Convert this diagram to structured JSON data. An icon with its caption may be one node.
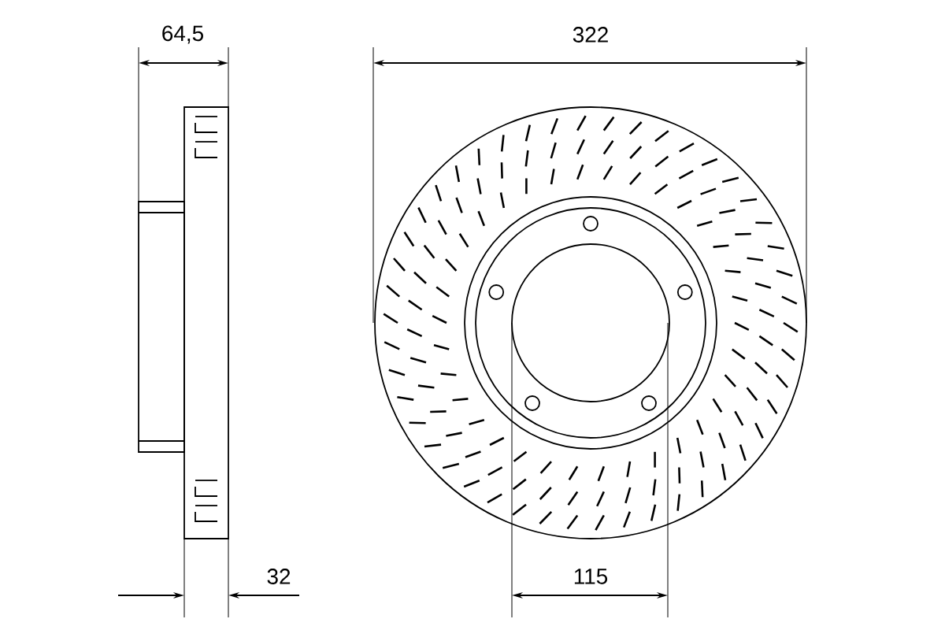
{
  "diagram": {
    "labels": [
      "64,5",
      "322",
      "32",
      "115"
    ]
  }
}
